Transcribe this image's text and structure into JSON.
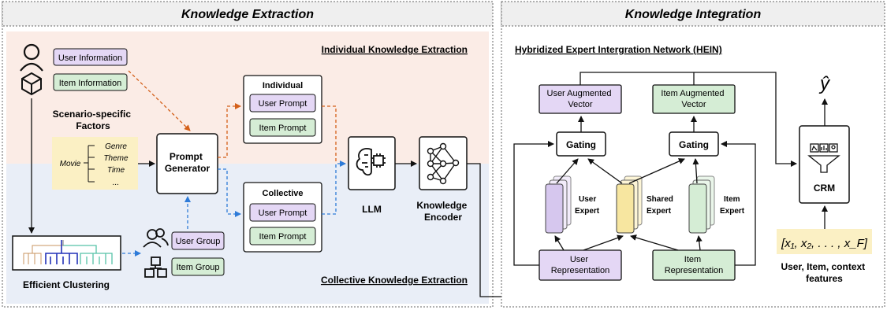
{
  "panels": {
    "extraction_title": "Knowledge Extraction",
    "integration_title": "Knowledge Integration"
  },
  "extraction": {
    "individual_section_title": "Individual Knowledge Extraction",
    "collective_section_title": "Collective Knowledge Extraction",
    "user_information": "User Information",
    "item_information": "Item Information",
    "scenario_factors": [
      "Scenario-specific",
      "Factors"
    ],
    "factor_root": "Movie",
    "factor_leaves": [
      "Genre",
      "Theme",
      "Time",
      "..."
    ],
    "prompt_generator": [
      "Prompt",
      "Generator"
    ],
    "individual_box": {
      "title": "Individual",
      "user_prompt": "User Prompt",
      "item_prompt": "Item Prompt"
    },
    "collective_box": {
      "title": "Collective",
      "user_prompt": "User Prompt",
      "item_prompt": "Item Prompt"
    },
    "llm": "LLM",
    "encoder": [
      "Knowledge",
      "Encoder"
    ],
    "user_group": "User Group",
    "item_group": "Item Group",
    "clustering": "Efficient Clustering"
  },
  "integration": {
    "network_title": "Hybridized Expert Intergration Network (HEIN)",
    "user_augmented": [
      "User Augmented",
      "Vector"
    ],
    "item_augmented": [
      "Item Augmented",
      "Vector"
    ],
    "gating": "Gating",
    "user_expert": [
      "User",
      "Expert"
    ],
    "shared_expert": [
      "Shared",
      "Expert"
    ],
    "item_expert": [
      "Item",
      "Expert"
    ],
    "user_representation": [
      "User",
      "Representation"
    ],
    "item_representation": [
      "Item",
      "Representation"
    ],
    "crm": "CRM",
    "y_hat": "ŷ",
    "features_formula": "[x₁, x₂, . . . , x_F]",
    "features_label": [
      "User, Item, context",
      "features"
    ]
  },
  "colors": {
    "purple": "#e4d7f5",
    "green": "#d5edd5",
    "yellow": "#fbf0c4",
    "pink_band": "#fbece6",
    "blue_band": "#e9eef7",
    "orange_arrow": "#d4601a",
    "blue_arrow": "#2e7bd8"
  }
}
